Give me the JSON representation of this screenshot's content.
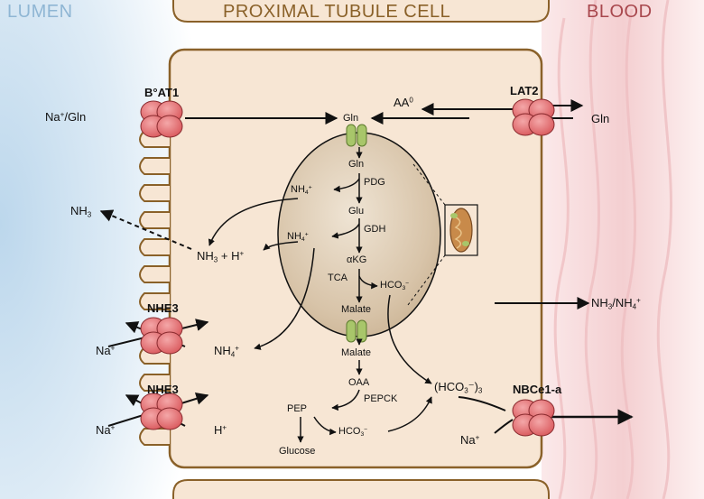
{
  "headers": {
    "lumen": "LUMEN",
    "cell": "PROXIMAL TUBULE CELL",
    "blood": "BLOOD"
  },
  "colors": {
    "lumen": "#8fb6d4",
    "cell": "#8a6129",
    "blood": "#a8474d",
    "transporter": "#e47d7f",
    "channel": "#a8c66a"
  },
  "transporters": {
    "bat1": "B°AT1",
    "lat2": "LAT2",
    "nhe3_top": "NHE3",
    "nhe3_bottom": "NHE3",
    "nbce1": "NBCe1-a"
  },
  "labels": {
    "na_gln": {
      "pre": "Na",
      "sup": "+",
      "post": "/Gln"
    },
    "gln_left": "Gln",
    "aa0": {
      "pre": "AA",
      "sup": "0"
    },
    "gln_right": "Gln",
    "gln_mito": "Gln",
    "pdg": "PDG",
    "nh4_1": {
      "pre": "NH",
      "sub": "4",
      "sup": "+"
    },
    "nh3_lumen": {
      "pre": "NH",
      "sub": "3"
    },
    "glu": "Glu",
    "gdh": "GDH",
    "nh4_2": {
      "pre": "NH",
      "sub": "4",
      "sup": "+"
    },
    "nh3_h": {
      "pre": "NH",
      "sub": "3",
      "mid": " + H",
      "sup": "+"
    },
    "akg": "αKG",
    "tca": "TCA",
    "hco3_mito": {
      "pre": "HCO",
      "sub": "3",
      "sup": "−"
    },
    "malate_mito": "Malate",
    "nh3_nh4_blood": {
      "pre": "NH",
      "sub": "3",
      "mid": "/NH",
      "sub2": "4",
      "sup": "+"
    },
    "na_nhe3_top": {
      "pre": "Na",
      "sup": "+"
    },
    "nh4_nhe3": {
      "pre": "NH",
      "sub": "4",
      "sup": "+"
    },
    "malate_cyto": "Malate",
    "oaa": "OAA",
    "pepck": "PEPCK",
    "hco3_3": {
      "pre": "(HCO",
      "sub": "3",
      "mid": "⁻)",
      "sub2": "3"
    },
    "pep": "PEP",
    "hco3_cyto": {
      "pre": "HCO",
      "sub": "3",
      "sup": "−"
    },
    "na_nhe3_bottom": {
      "pre": "Na",
      "sup": "+"
    },
    "h_nhe3": {
      "pre": "H",
      "sup": "+"
    },
    "na_nbce": {
      "pre": "Na",
      "sup": "+"
    },
    "glucose": "Glucose"
  }
}
